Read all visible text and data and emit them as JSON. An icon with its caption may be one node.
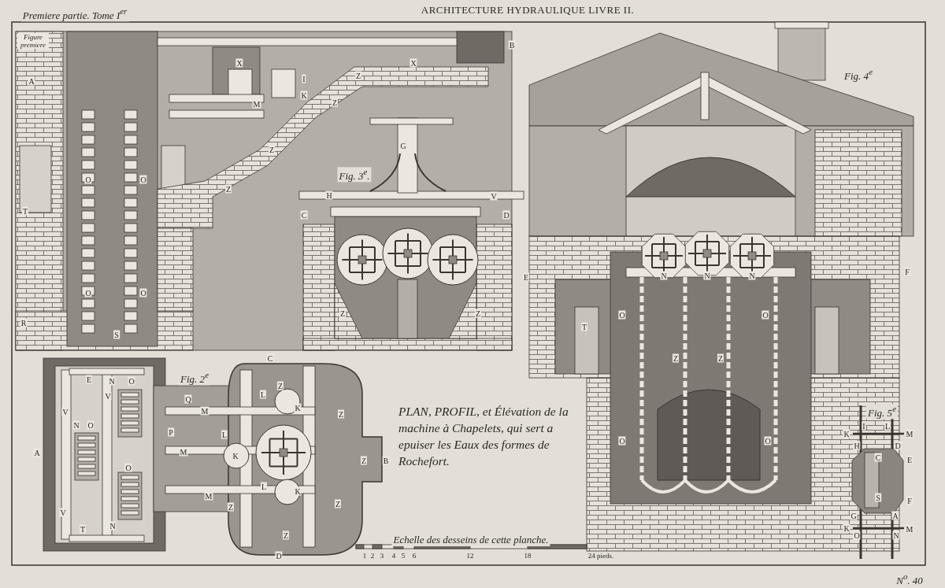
{
  "diagram": {
    "title": "ARCHITECTURE HYDRAULIQUE LIVRE II.",
    "caption": "PLAN, PROFIL, et Élévation de la machine à Chapelets, qui sert a epuiser les Eaux des formes de Rochefort.",
    "labels": [
      "Premiere partie. Tome I$^{er}$",
      "Figure premiere",
      "A",
      "X",
      "I",
      "K",
      "Z",
      "X",
      "B",
      "M",
      "Z",
      "Z",
      "Z",
      "T",
      "O",
      "O",
      "O",
      "O",
      "R",
      "S",
      "G",
      "Fig. 3$^{e}$.",
      "H",
      "V",
      "C",
      "D",
      "Z",
      "Z",
      "E",
      "Fig. 4$^{e}$",
      "N",
      "N",
      "N",
      "F",
      "T",
      "O",
      "O",
      "Z",
      "Z",
      "O",
      "O",
      "C",
      "E",
      "N",
      "O",
      "V",
      "Fig. 2$^{e}$",
      "Q",
      "V",
      "N",
      "O",
      "M",
      "P",
      "A",
      "M",
      "L",
      "Z",
      "K",
      "Z",
      "K",
      "L",
      "Z",
      "B",
      "O",
      "V",
      "M",
      "L",
      "K",
      "Z",
      "Z",
      "T",
      "N",
      "Z",
      "D",
      "Fig. 5$^{e}$",
      "K",
      "I",
      "L",
      "M",
      "H",
      "D",
      "C",
      "E",
      "S",
      "F",
      "G",
      "A",
      "K",
      "O",
      "N",
      "M",
      "Echelle des desseins de cette planche.",
      "1",
      "2",
      "3",
      "4",
      "5",
      "6",
      "12",
      "18",
      "24 pieds.",
      "N$^{o}$. 40"
    ]
  }
}
